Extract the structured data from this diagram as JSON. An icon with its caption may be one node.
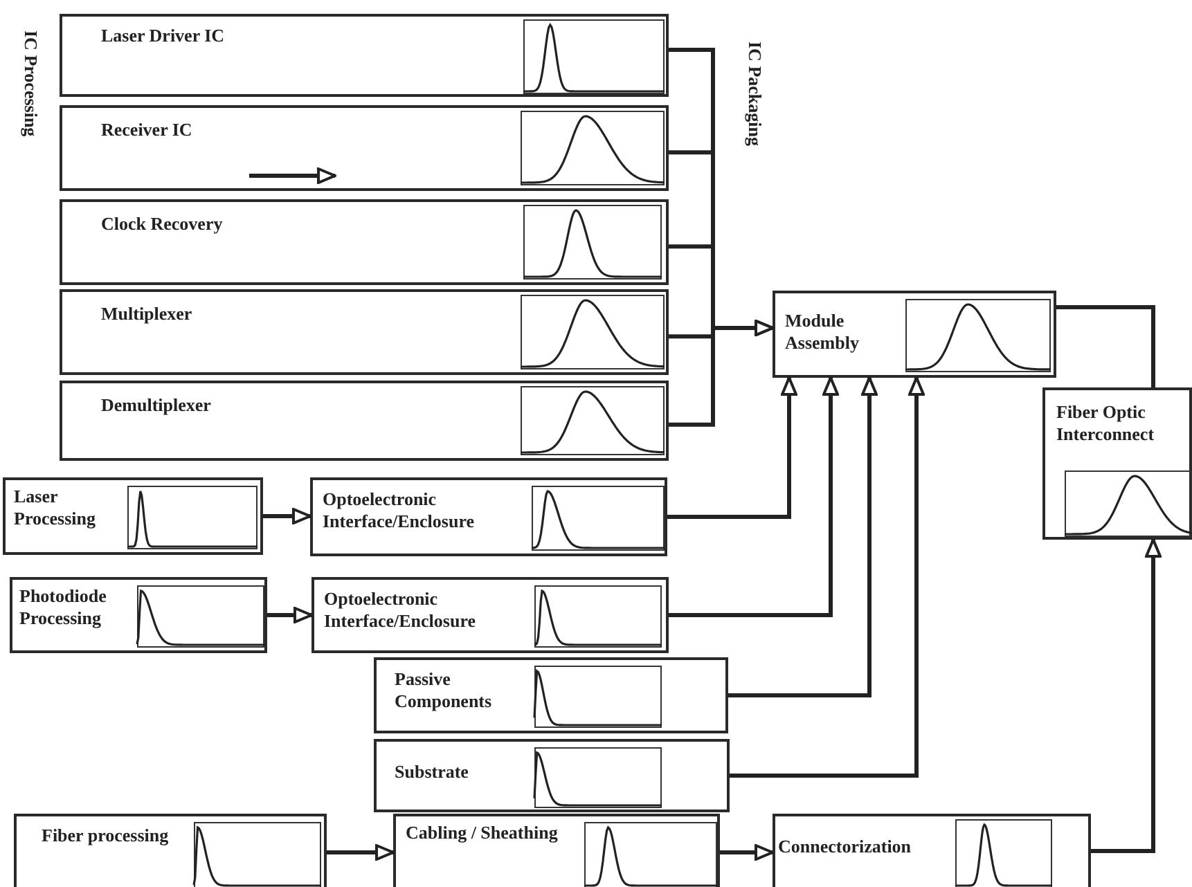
{
  "diagram": {
    "nodes": [
      {
        "text": [
          "Laser Driver IC"
        ]
      },
      {
        "text": [
          "Receiver IC"
        ]
      },
      {
        "text": [
          "Clock Recovery"
        ]
      },
      {
        "text": [
          "Multiplexer"
        ]
      },
      {
        "text": [
          "Demultiplexer"
        ]
      },
      {
        "text": [
          "Module Assembly"
        ]
      },
      {
        "text": [
          "Fiber Optic Interconnect"
        ]
      },
      {
        "text": [
          "Laser Processing"
        ]
      },
      {
        "text": [
          "Optoelectronic Interface/Enclosure"
        ]
      },
      {
        "text": [
          "Photodiode Processing"
        ]
      },
      {
        "text": [
          "Optoelectronic Interface/Enclosure"
        ]
      },
      {
        "text": [
          "Passive Components"
        ]
      },
      {
        "text": [
          "Substrate"
        ]
      },
      {
        "text": [
          "Fiber processing"
        ]
      },
      {
        "text": [
          "Cabling / Sheathing"
        ]
      },
      {
        "text": [
          "Connectorization"
        ]
      }
    ],
    "edges": [
      {
        "from": 0,
        "to": 5,
        "arrow": "to"
      },
      {
        "from": 1,
        "to": 5,
        "arrow": "to"
      },
      {
        "from": 2,
        "to": 5,
        "arrow": "to"
      },
      {
        "from": 3,
        "to": 5,
        "arrow": "to"
      },
      {
        "from": 4,
        "to": 5,
        "arrow": "to"
      },
      {
        "from": 7,
        "to": 8,
        "arrow": "to"
      },
      {
        "from": 9,
        "to": 10,
        "arrow": "to"
      },
      {
        "from": 8,
        "to": 5,
        "arrow": "to"
      },
      {
        "from": 10,
        "to": 5,
        "arrow": "to"
      },
      {
        "from": 11,
        "to": 5,
        "arrow": "to"
      },
      {
        "from": 12,
        "to": 5,
        "arrow": "to"
      },
      {
        "from": 5,
        "to": 6,
        "arrow": "none"
      },
      {
        "from": 13,
        "to": 14,
        "arrow": "to"
      },
      {
        "from": 14,
        "to": 15,
        "arrow": "to"
      },
      {
        "from": 15,
        "to": 6,
        "arrow": "to"
      }
    ],
    "labels": [
      "IC Processing",
      "IC Packaging"
    ]
  }
}
